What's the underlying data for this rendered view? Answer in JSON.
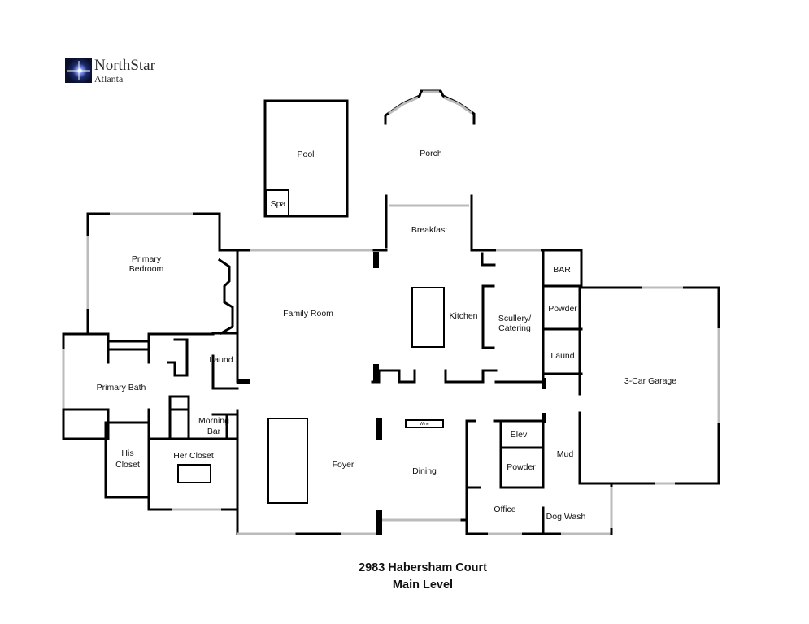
{
  "logo": {
    "name": "NorthStar",
    "sub": "Atlanta"
  },
  "caption": {
    "address": "2983 Habersham Court",
    "level": "Main Level"
  },
  "rooms": {
    "pool": "Pool",
    "spa": "Spa",
    "porch": "Porch",
    "breakfast": "Breakfast",
    "primary_bedroom_line1": "Primary",
    "primary_bedroom_line2": "Bedroom",
    "family_room": "Family Room",
    "kitchen": "Kitchen",
    "scullery_line1": "Scullery/",
    "scullery_line2": "Catering",
    "bar": "BAR",
    "powder_upper": "Powder",
    "laund_right": "Laund",
    "garage": "3-Car Garage",
    "laund_left": "Laund",
    "primary_bath": "Primary Bath",
    "morning_bar_line1": "Morning",
    "morning_bar_line2": "Bar",
    "his_closet_line1": "His",
    "his_closet_line2": "Closet",
    "her_closet": "Her Closet",
    "foyer": "Foyer",
    "wine": "Wine",
    "dining": "Dining",
    "elev": "Elev",
    "powder_lower": "Powder",
    "mud": "Mud",
    "office": "Office",
    "dog_wash": "Dog Wash"
  }
}
